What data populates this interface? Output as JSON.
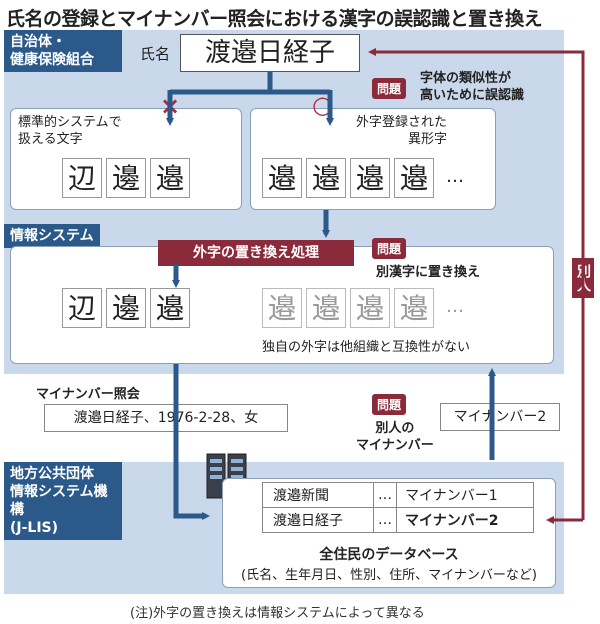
{
  "title": "氏名の登録とマイナンバー照会における漢字の誤認識と置き換え",
  "sections": {
    "municipality": "自治体・\n健康保険組合",
    "info_system": "情報システム",
    "jlis": "地方公共団体\n情報システム機構\n(J-LIS)"
  },
  "name_box": {
    "label": "氏名",
    "value": "渡邉日経子"
  },
  "problem_tag": "問題",
  "problem1": "字体の類似性が\n高いために誤認識",
  "problem2": "別漢字に置き換え",
  "problem3": "別人の\nマイナンバー",
  "marks": {
    "cross": "×",
    "circle": "○"
  },
  "standard_box": {
    "caption": "標準的システムで\n扱える文字",
    "chars": [
      "辺",
      "邊",
      "邉"
    ]
  },
  "gaiji_box": {
    "caption": "外字登録された\n異形字",
    "chars": [
      "邉",
      "邉",
      "邉",
      "邉"
    ],
    "ellipsis": "…"
  },
  "replace_label": "外字の置き換え処理",
  "system_chars": [
    "辺",
    "邊",
    "邉"
  ],
  "system_grey_chars": [
    "邉",
    "邉",
    "邉",
    "邉"
  ],
  "system_ellipsis": "…",
  "system_note": "独自の外字は他組織と互換性がない",
  "inquiry_label": "マイナンバー照会",
  "inquiry_value": "渡邉日経子、1976-2-28、女",
  "returned_number": "マイナンバー2",
  "other_person": "別人",
  "db_table": [
    [
      "渡邉新聞",
      "…",
      "マイナンバー1"
    ],
    [
      "渡邉日経子",
      "…",
      "マイナンバー2"
    ]
  ],
  "db_title": "全住民のデータベース",
  "db_subtitle": "(氏名、生年月日、性別、住所、マイナンバーなど)",
  "footnote": "(注)外字の置き換えは情報システムによって異なる",
  "colors": {
    "navy": "#2b5a8a",
    "maroon": "#8b2a3a",
    "band": "#c9d8ea"
  }
}
